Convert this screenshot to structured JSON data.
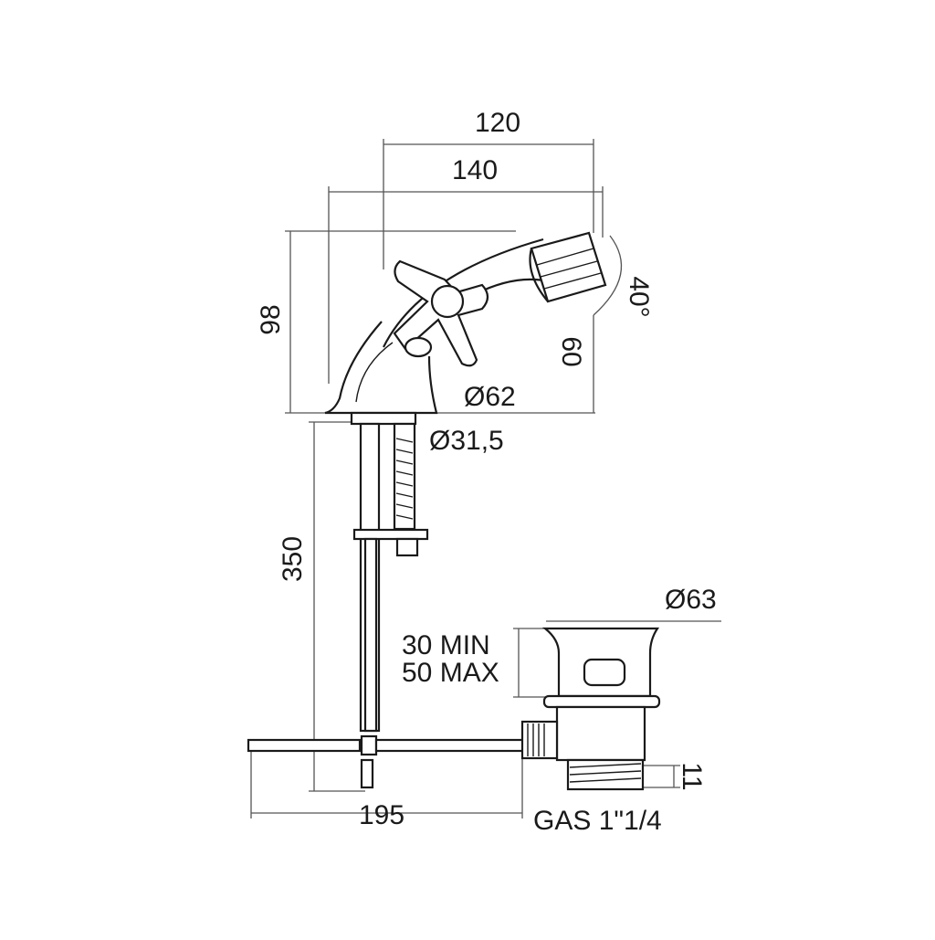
{
  "dimensions": {
    "top_width": "120",
    "overall_width": "140",
    "height_left": "98",
    "spout_height": "60",
    "spout_angle": "40°",
    "base_diameter": "Ø62",
    "shank_diameter": "Ø31,5",
    "rod_length": "350",
    "waste_diameter": "Ø63",
    "thickness_min": "30 MIN",
    "thickness_max": "50 MAX",
    "rod_reach": "195",
    "thread_length": "11",
    "thread_spec": "GAS 1\"1/4"
  },
  "colors": {
    "line": "#1a1a1a",
    "dimension": "#555555",
    "background": "#ffffff"
  }
}
